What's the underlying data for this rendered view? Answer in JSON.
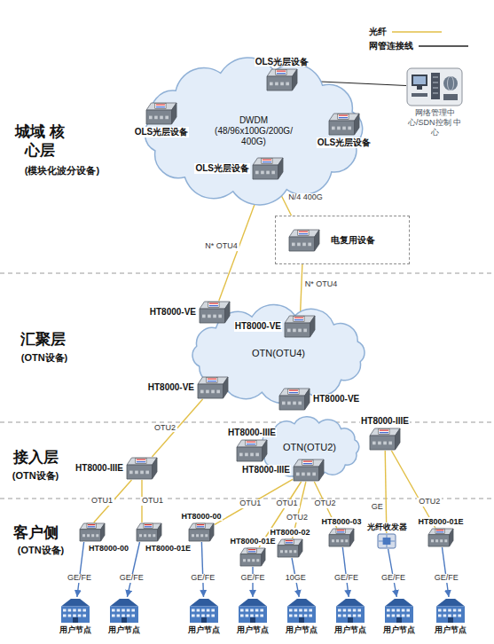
{
  "diagram": {
    "nodes": [
      {
        "text": [
          "DWDM (48/96x100G/200G/ 400G)"
        ]
      },
      {
        "text": [
          "OLS光层设备"
        ],
        "in": 0
      },
      {
        "text": [
          "OLS光层设备"
        ],
        "in": 0
      },
      {
        "text": [
          "OLS光层设备"
        ],
        "in": 0
      },
      {
        "text": [
          "OLS光层设备"
        ],
        "in": 0
      },
      {
        "text": [
          "网络管理中 心/SDN控制 中心"
        ]
      },
      {
        "text": [
          "电复用设备"
        ]
      },
      {
        "text": [
          "OTN(OTU4)"
        ]
      },
      {
        "text": [
          "HT8000-VE"
        ],
        "in": 7
      },
      {
        "text": [
          "HT8000-VE"
        ],
        "in": 7
      },
      {
        "text": [
          "HT8000-VE"
        ],
        "in": 7
      },
      {
        "text": [
          "HT8000-VE"
        ],
        "in": 7
      },
      {
        "text": [
          "OTN(OTU2)"
        ]
      },
      {
        "text": [
          "HT8000-IIIE"
        ],
        "in": 12
      },
      {
        "text": [
          "HT8000-IIIE"
        ],
        "in": 12
      },
      {
        "text": [
          "HT8000-IIIE"
        ],
        "in": 12
      },
      {
        "text": [
          "HT8000-IIIE"
        ]
      },
      {
        "text": [
          "HT8000-00"
        ]
      },
      {
        "text": [
          "HT8000-01E"
        ]
      },
      {
        "text": [
          "HT8000-00"
        ]
      },
      {
        "text": [
          "HT8000-01E"
        ]
      },
      {
        "text": [
          "HT8000-02"
        ]
      },
      {
        "text": [
          "HT8000-03"
        ]
      },
      {
        "text": [
          "光纤收发器"
        ]
      },
      {
        "text": [
          "HT8000-01E"
        ]
      },
      {
        "text": [
          "用户节点"
        ]
      },
      {
        "text": [
          "用户节点"
        ]
      },
      {
        "text": [
          "用户节点"
        ]
      },
      {
        "text": [
          "用户节点"
        ]
      },
      {
        "text": [
          "用户节点"
        ]
      },
      {
        "text": [
          "用户节点"
        ]
      },
      {
        "text": [
          "用户节点"
        ]
      },
      {
        "text": [
          "用户节点"
        ]
      }
    ],
    "edges": [
      {
        "from": 1,
        "to": 5,
        "arrow": "none"
      },
      {
        "from": 4,
        "to": 6,
        "label": "N/4 400G",
        "arrow": "none"
      },
      {
        "from": 4,
        "to": 8,
        "label": "N* OTU4",
        "arrow": "none"
      },
      {
        "from": 6,
        "to": 9,
        "label": "N* OTU4",
        "arrow": "none"
      },
      {
        "from": 10,
        "to": 16,
        "label": "OTU2",
        "arrow": "none"
      },
      {
        "from": 16,
        "to": 17,
        "label": "OTU1",
        "arrow": "none"
      },
      {
        "from": 16,
        "to": 18,
        "label": "OTU1",
        "arrow": "none"
      },
      {
        "from": 14,
        "to": 19,
        "label": "OTU1",
        "arrow": "none"
      },
      {
        "from": 14,
        "to": 20,
        "label": "OTU1",
        "arrow": "none"
      },
      {
        "from": 14,
        "to": 21,
        "label": "OTU2",
        "arrow": "none"
      },
      {
        "from": 14,
        "to": 22,
        "label": "OTU2",
        "arrow": "none"
      },
      {
        "from": 15,
        "to": 23,
        "label": "GE",
        "arrow": "none"
      },
      {
        "from": 15,
        "to": 24,
        "label": "OTU2",
        "arrow": "none"
      },
      {
        "from": 17,
        "to": 25,
        "label": "GE/FE",
        "arrow": "to"
      },
      {
        "from": 18,
        "to": 26,
        "label": "GE/FE",
        "arrow": "to"
      },
      {
        "from": 19,
        "to": 27,
        "label": "GE/FE",
        "arrow": "to"
      },
      {
        "from": 20,
        "to": 28,
        "label": "GE/FE",
        "arrow": "to"
      },
      {
        "from": 21,
        "to": 29,
        "label": "10GE",
        "arrow": "to"
      },
      {
        "from": 22,
        "to": 30,
        "label": "GE/FE",
        "arrow": "to"
      },
      {
        "from": 23,
        "to": 31,
        "label": "GE/FE",
        "arrow": "to"
      },
      {
        "from": 24,
        "to": 32,
        "label": "GE/FE",
        "arrow": "to"
      }
    ],
    "labels": [
      "城域 核心层",
      "(模块化波分设备)",
      "汇聚层",
      "(OTN设备)",
      "接入层",
      "(OTN设备)",
      "客户侧",
      "(OTN设备)"
    ],
    "legend": [
      {
        "text": "光纤"
      },
      {
        "text": "网管连接线"
      }
    ]
  }
}
